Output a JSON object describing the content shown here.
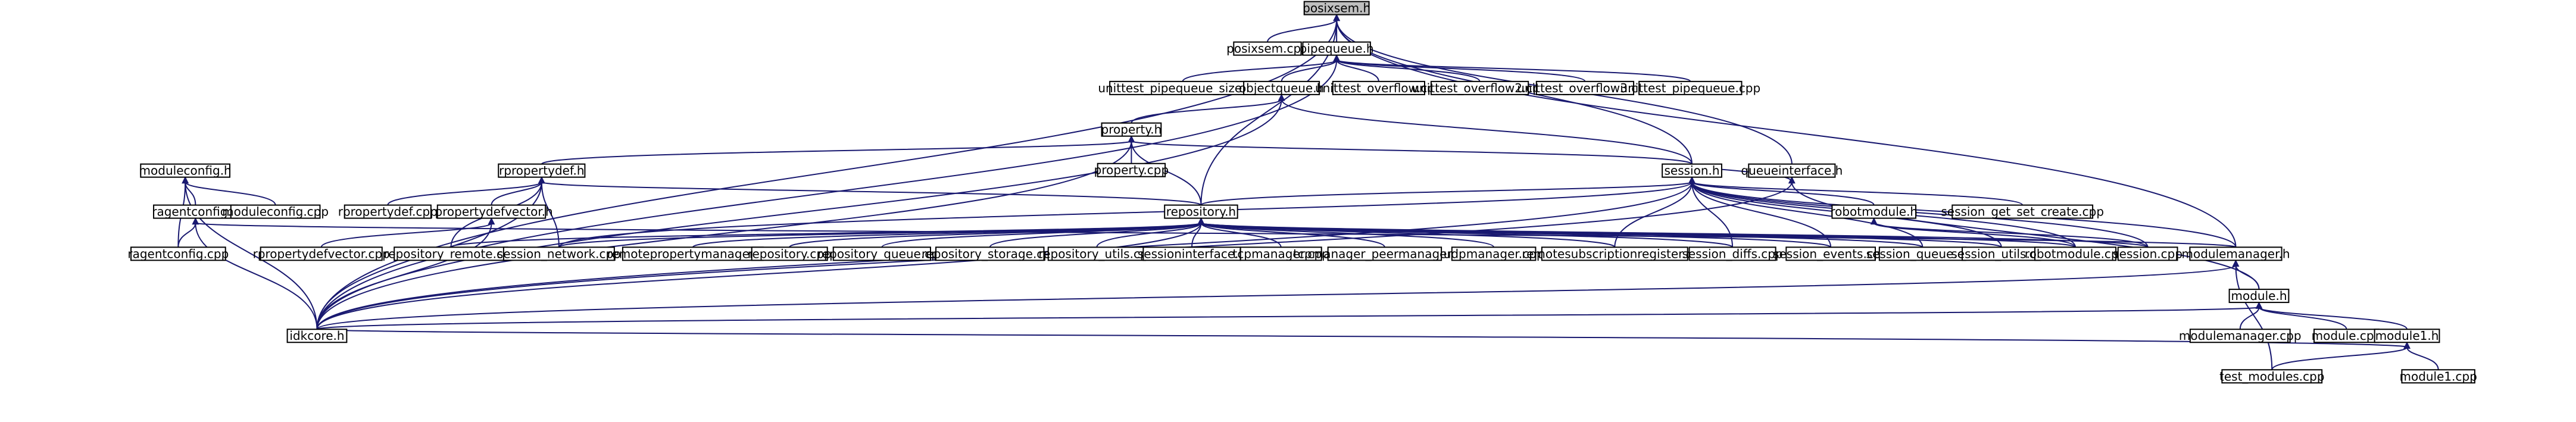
{
  "graph": {
    "title": "",
    "edge_color": "#191970",
    "node_fill": "#ffffff",
    "root_fill": "#bfbfbf",
    "nodes": [
      {
        "id": "posixsem_h",
        "label": "posixsem.h",
        "root": true
      },
      {
        "id": "posixsem_cpp",
        "label": "posixsem.cpp"
      },
      {
        "id": "pipequeue_h",
        "label": "pipequeue.h"
      },
      {
        "id": "ut_pq_size",
        "label": "unittest_pipequeue_size.cpp"
      },
      {
        "id": "objectqueue_h",
        "label": "objectqueue.h"
      },
      {
        "id": "ut_overflow",
        "label": "unittest_overflow.cpp"
      },
      {
        "id": "ut_overflow2",
        "label": "unittest_overflow2.cpp"
      },
      {
        "id": "ut_overflow3",
        "label": "unittest_overflow3.cpp"
      },
      {
        "id": "ut_pipequeue",
        "label": "unittest_pipequeue.cpp"
      },
      {
        "id": "property_h",
        "label": "property.h"
      },
      {
        "id": "property_cpp",
        "label": "property.cpp"
      },
      {
        "id": "moduleconfig_h",
        "label": "moduleconfig.h"
      },
      {
        "id": "rpropertydef_h",
        "label": "rpropertydef.h"
      },
      {
        "id": "session_h",
        "label": "session.h"
      },
      {
        "id": "queueinterface_h",
        "label": "queueinterface.h"
      },
      {
        "id": "ragentconfig_h",
        "label": "ragentconfig.h"
      },
      {
        "id": "moduleconfig_cpp",
        "label": "moduleconfig.cpp"
      },
      {
        "id": "rpropertydef_cpp",
        "label": "rpropertydef.cpp"
      },
      {
        "id": "rpropertydefvector_h",
        "label": "rpropertydefvector.h"
      },
      {
        "id": "repository_h",
        "label": "repository.h"
      },
      {
        "id": "robotmodule_h",
        "label": "robotmodule.h"
      },
      {
        "id": "session_gsc",
        "label": "session_get_set_create.cpp"
      },
      {
        "id": "ragentconfig_cpp",
        "label": "ragentconfig.cpp"
      },
      {
        "id": "rpropertydefvector_cpp",
        "label": "rpropertydefvector.cpp"
      },
      {
        "id": "repository_remote",
        "label": "repository_remote.cpp"
      },
      {
        "id": "session_network",
        "label": "session_network.cpp"
      },
      {
        "id": "remotepropertymanager",
        "label": "remotepropertymanager.cpp"
      },
      {
        "id": "repository_cpp",
        "label": "repository.cpp"
      },
      {
        "id": "repository_queue",
        "label": "repository_queue.cpp"
      },
      {
        "id": "repository_storage",
        "label": "repository_storage.cpp"
      },
      {
        "id": "repository_utils",
        "label": "repository_utils.cpp"
      },
      {
        "id": "sessioninterface_h",
        "label": "sessioninterface.h"
      },
      {
        "id": "tcpmanager_cpp",
        "label": "tcpmanager.cpp"
      },
      {
        "id": "tcpmanager_peer",
        "label": "tcpmanager_peermanager.cpp"
      },
      {
        "id": "udpmanager_cpp",
        "label": "udpmanager.cpp"
      },
      {
        "id": "remotesubscription",
        "label": "remotesubscriptionregister.cpp"
      },
      {
        "id": "session_diffs",
        "label": "session_diffs.cpp"
      },
      {
        "id": "session_events",
        "label": "session_events.cpp"
      },
      {
        "id": "session_queue",
        "label": "session_queue.cpp"
      },
      {
        "id": "session_utils",
        "label": "session_utils.cpp"
      },
      {
        "id": "robotmodule_cpp",
        "label": "robotmodule.cpp"
      },
      {
        "id": "session_cpp",
        "label": "session.cpp"
      },
      {
        "id": "modulemanager_h",
        "label": "modulemanager.h"
      },
      {
        "id": "idkcore_h",
        "label": "idkcore.h"
      },
      {
        "id": "module_h",
        "label": "module.h"
      },
      {
        "id": "modulemanager_cpp",
        "label": "modulemanager.cpp"
      },
      {
        "id": "module_cpp",
        "label": "module.cpp"
      },
      {
        "id": "module1_h",
        "label": "module1.h"
      },
      {
        "id": "test_modules_cpp",
        "label": "test_modules.cpp"
      },
      {
        "id": "module1_cpp",
        "label": "module1.cpp"
      }
    ],
    "edges": [
      [
        "posixsem_h",
        "posixsem_cpp"
      ],
      [
        "posixsem_h",
        "pipequeue_h"
      ],
      [
        "posixsem_h",
        "session_h"
      ],
      [
        "posixsem_h",
        "queueinterface_h"
      ],
      [
        "posixsem_h",
        "repository_h"
      ],
      [
        "posixsem_h",
        "modulemanager_h"
      ],
      [
        "posixsem_h",
        "idkcore_h"
      ],
      [
        "pipequeue_h",
        "ut_pq_size"
      ],
      [
        "pipequeue_h",
        "objectqueue_h"
      ],
      [
        "pipequeue_h",
        "ut_overflow"
      ],
      [
        "pipequeue_h",
        "ut_overflow2"
      ],
      [
        "pipequeue_h",
        "ut_overflow3"
      ],
      [
        "pipequeue_h",
        "ut_pipequeue"
      ],
      [
        "pipequeue_h",
        "idkcore_h"
      ],
      [
        "objectqueue_h",
        "property_h"
      ],
      [
        "objectqueue_h",
        "session_h"
      ],
      [
        "objectqueue_h",
        "idkcore_h"
      ],
      [
        "property_h",
        "property_cpp"
      ],
      [
        "property_h",
        "rpropertydef_h"
      ],
      [
        "property_h",
        "session_h"
      ],
      [
        "property_h",
        "repository_h"
      ],
      [
        "property_h",
        "idkcore_h"
      ],
      [
        "moduleconfig_h",
        "ragentconfig_h"
      ],
      [
        "moduleconfig_h",
        "moduleconfig_cpp"
      ],
      [
        "moduleconfig_h",
        "idkcore_h"
      ],
      [
        "moduleconfig_h",
        "ragentconfig_cpp"
      ],
      [
        "rpropertydef_h",
        "rpropertydef_cpp"
      ],
      [
        "rpropertydef_h",
        "rpropertydefvector_h"
      ],
      [
        "rpropertydef_h",
        "repository_h"
      ],
      [
        "rpropertydef_h",
        "session_network"
      ],
      [
        "rpropertydef_h",
        "repository_remote"
      ],
      [
        "rpropertydef_h",
        "idkcore_h"
      ],
      [
        "session_h",
        "repository_h"
      ],
      [
        "session_h",
        "robotmodule_h"
      ],
      [
        "session_h",
        "session_gsc"
      ],
      [
        "session_h",
        "remotesubscription"
      ],
      [
        "session_h",
        "session_diffs"
      ],
      [
        "session_h",
        "session_events"
      ],
      [
        "session_h",
        "session_queue"
      ],
      [
        "session_h",
        "session_utils"
      ],
      [
        "session_h",
        "robotmodule_cpp"
      ],
      [
        "session_h",
        "session_cpp"
      ],
      [
        "session_h",
        "modulemanager_h"
      ],
      [
        "session_h",
        "session_network"
      ],
      [
        "session_h",
        "idkcore_h"
      ],
      [
        "queueinterface_h",
        "session_h"
      ],
      [
        "queueinterface_h",
        "module_h"
      ],
      [
        "queueinterface_h",
        "idkcore_h"
      ],
      [
        "ragentconfig_h",
        "ragentconfig_cpp"
      ],
      [
        "ragentconfig_h",
        "idkcore_h"
      ],
      [
        "ragentconfig_h",
        "modulemanager_h"
      ],
      [
        "rpropertydefvector_h",
        "rpropertydefvector_cpp"
      ],
      [
        "rpropertydefvector_h",
        "idkcore_h"
      ],
      [
        "repository_h",
        "repository_remote"
      ],
      [
        "repository_h",
        "session_network"
      ],
      [
        "repository_h",
        "remotepropertymanager"
      ],
      [
        "repository_h",
        "repository_cpp"
      ],
      [
        "repository_h",
        "repository_queue"
      ],
      [
        "repository_h",
        "repository_storage"
      ],
      [
        "repository_h",
        "repository_utils"
      ],
      [
        "repository_h",
        "sessioninterface_h"
      ],
      [
        "repository_h",
        "tcpmanager_cpp"
      ],
      [
        "repository_h",
        "tcpmanager_peer"
      ],
      [
        "repository_h",
        "udpmanager_cpp"
      ],
      [
        "repository_h",
        "remotesubscription"
      ],
      [
        "repository_h",
        "session_diffs"
      ],
      [
        "repository_h",
        "session_events"
      ],
      [
        "repository_h",
        "session_queue"
      ],
      [
        "repository_h",
        "session_utils"
      ],
      [
        "repository_h",
        "robotmodule_cpp"
      ],
      [
        "repository_h",
        "session_cpp"
      ],
      [
        "repository_h",
        "idkcore_h"
      ],
      [
        "robotmodule_h",
        "robotmodule_cpp"
      ],
      [
        "robotmodule_h",
        "session_cpp"
      ],
      [
        "modulemanager_h",
        "module_h"
      ],
      [
        "modulemanager_h",
        "test_modules_cpp"
      ],
      [
        "modulemanager_h",
        "idkcore_h"
      ],
      [
        "module_h",
        "modulemanager_cpp"
      ],
      [
        "module_h",
        "module_cpp"
      ],
      [
        "module_h",
        "module1_h"
      ],
      [
        "module_h",
        "idkcore_h"
      ],
      [
        "module1_h",
        "test_modules_cpp"
      ],
      [
        "module1_h",
        "module1_cpp"
      ],
      [
        "module1_h",
        "idkcore_h"
      ]
    ]
  }
}
